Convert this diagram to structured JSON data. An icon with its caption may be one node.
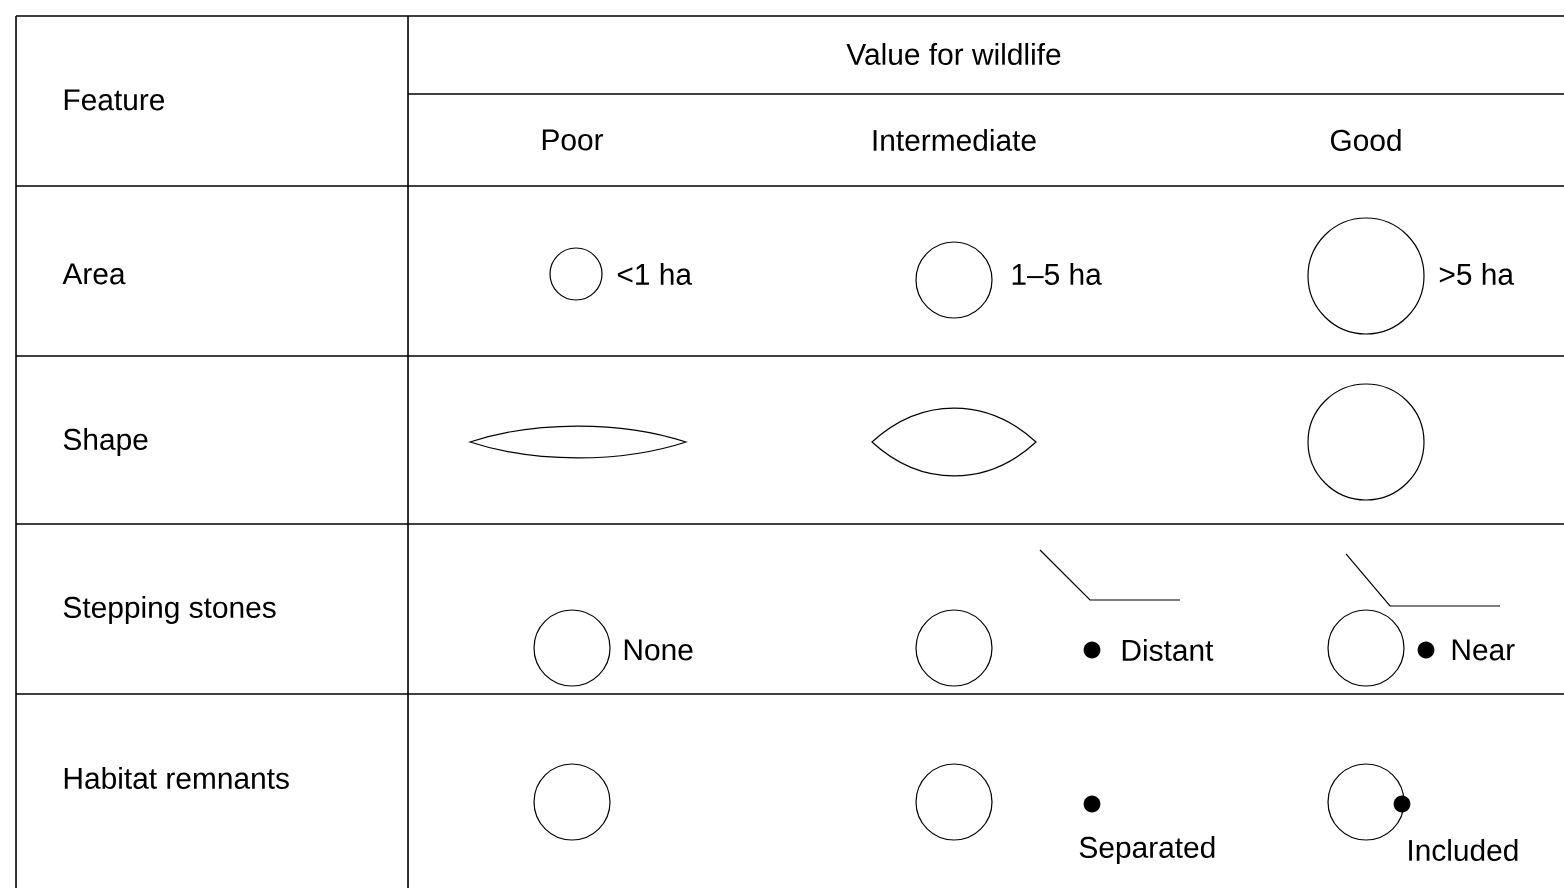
{
  "diagram": {
    "labels": [
      "Feature",
      "Value for wildlife",
      "Poor",
      "Intermediate",
      "Good",
      "Area",
      "<1 ha",
      "1–5 ha",
      ">5 ha",
      "Shape",
      "Stepping stones",
      "None",
      "Distant",
      "Near",
      "Habitat remnants",
      "Separated",
      "Included"
    ]
  }
}
